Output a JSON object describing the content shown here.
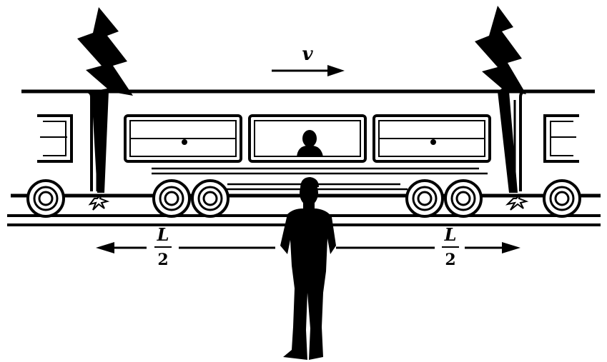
{
  "velocity": {
    "symbol": "v"
  },
  "distance_left": {
    "numerator": "L",
    "denominator": "2"
  },
  "distance_right": {
    "numerator": "L",
    "denominator": "2"
  },
  "colors": {
    "ink": "#000000",
    "background": "#ffffff"
  }
}
